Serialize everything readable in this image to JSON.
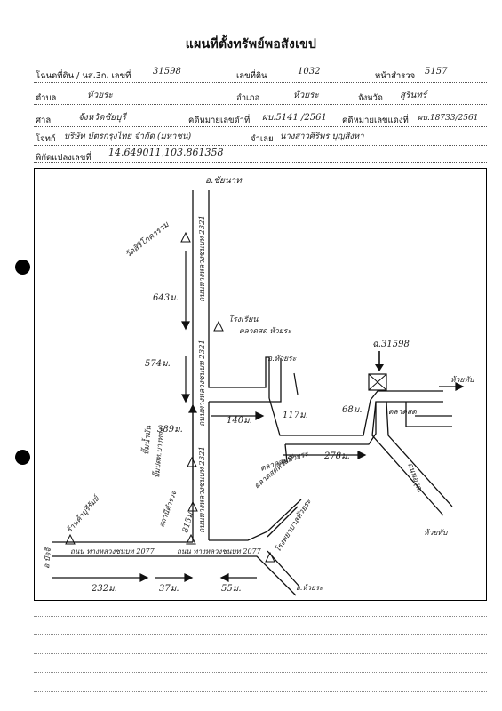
{
  "title": "แผนที่ตั้งทรัพย์พอสังเขป",
  "fields": {
    "deed_label": "โฉนดที่ดิน / นส.3ก. เลขที่",
    "deed_value": "31598",
    "land_no_label": "เลขที่ดิน",
    "land_no_value": "1032",
    "survey_page_label": "หน้าสำรวจ",
    "survey_page_value": "5157",
    "subdistrict_label": "ตำบล",
    "subdistrict_value": "ห้วยระ",
    "district_label": "อำเภอ",
    "district_value": "ห้วยระ",
    "province_label": "จังหวัด",
    "province_value": "สุรินทร์",
    "court_label": "ศาล",
    "court_value": "จังหวัดชัยบุรี",
    "black_case_label": "คดีหมายเลขดำที่",
    "black_case_value": "ผบ.5141 /2561",
    "red_case_label": "คดีหมายเลขแดงที่",
    "red_case_value": "ผบ.18733/2561",
    "plaintiff_label": "โจทก์",
    "plaintiff_value": "บริษัท บัตรกรุงไทย จำกัด (มหาชน)",
    "defendant_label": "จำเลย",
    "defendant_value": "นางสาวศิริพร บุญสิงหา",
    "coords_label": "พิกัดแปลงเลขที่",
    "coords_value": "14.649011,103.861358"
  },
  "map": {
    "top_destination": "อ.ชัยนาท",
    "landmark_temple": "วัดสิริโภคาราม",
    "road_label_vertical": "ถนนทางหลวงชนบท 2321",
    "dist_643": "643ม.",
    "dist_574": "574ม.",
    "dist_389": "389ม.",
    "dist_815": "815ม.",
    "landmark_market": "โรงเรียน",
    "landmark_market2": "ตลาดสด ห้วยระ",
    "dist_140": "140ม.",
    "side_road": "อ.ห้วยระ",
    "dist_117": "117ม.",
    "dist_68": "68ม.",
    "parcel_label": "ฉ.31598",
    "east_dest": "ห้วยทับ",
    "market_label": "ตลาดสด",
    "dist_278": "278ม.",
    "road_name_right": "ถนนอรุณ",
    "south_right": "ห้วยทับ",
    "left_landmark": "ปั๊มน้ำมัน",
    "left_landmark2": "ปั๊มปตท.บางทอง",
    "station_label": "สถานีตำรวจ",
    "school_label": "ตลาดสดห้วยระ",
    "school2_label": "ตลาดสดห้วยระ",
    "left_bldg": "ร้านค้าบุรีรัมย์",
    "west_dest": "อ.ปัจจี",
    "road_label_h1": "ถนน ทางหลวงชนบท 2077",
    "road_label_h2": "ถนน ทางหลวงชนบท 2077",
    "right_bldg": "โรงพยาบาลห้วยระ",
    "south_dest": "อ.ห้วยระ",
    "dist_232": "232ม.",
    "dist_37": "37ม.",
    "dist_55": "55ม."
  }
}
